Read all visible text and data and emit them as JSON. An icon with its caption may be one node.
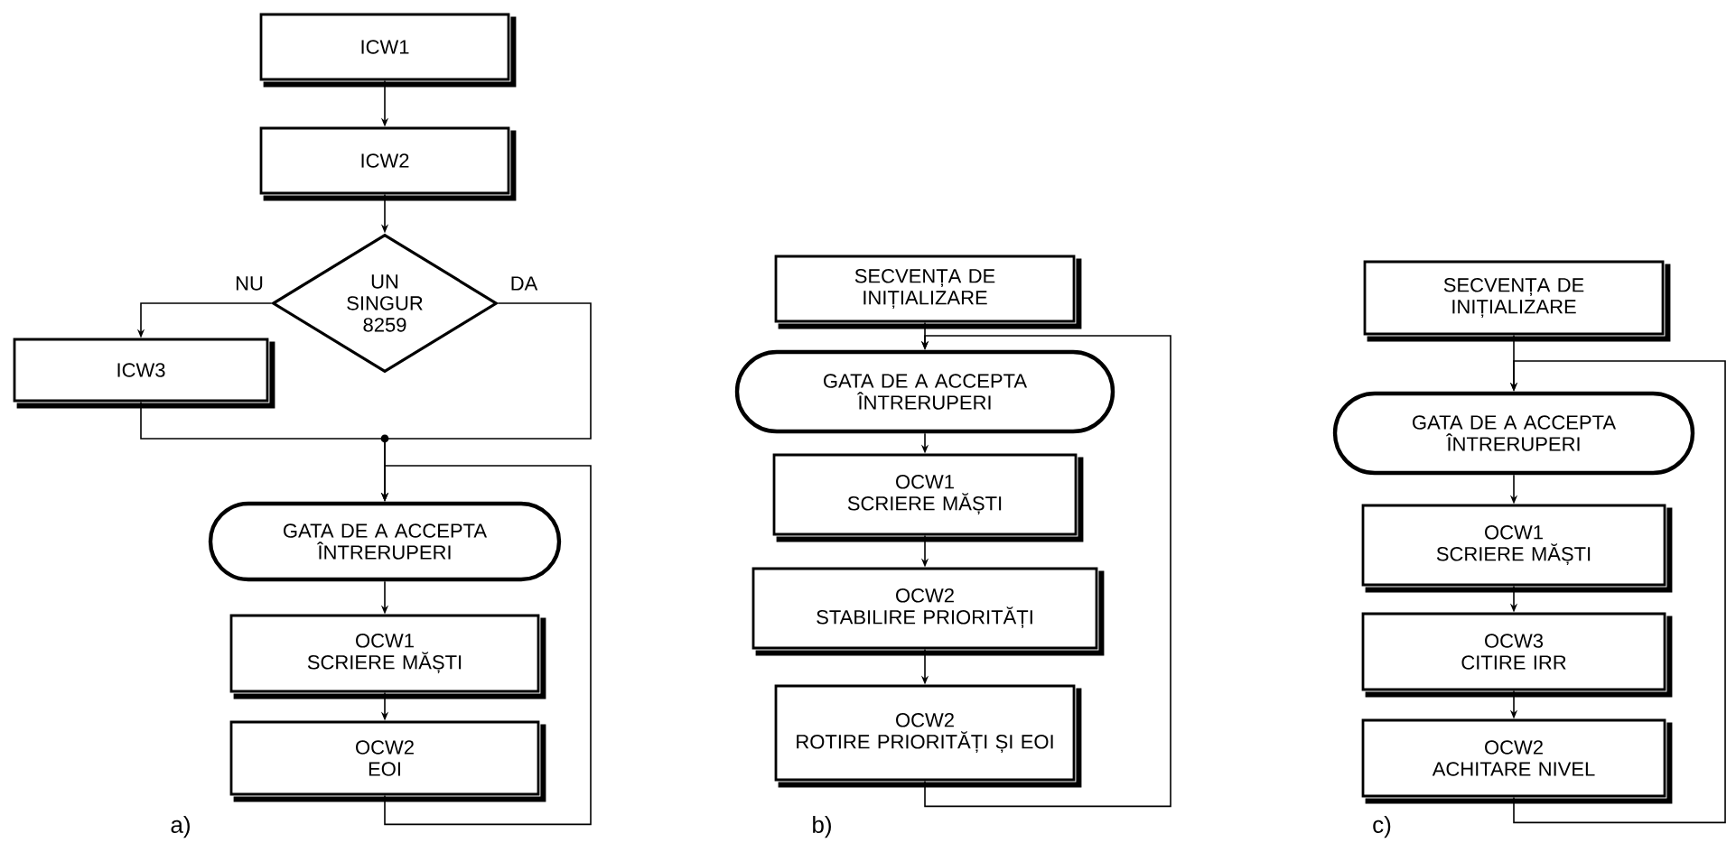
{
  "diagram": {
    "nodes": [
      {
        "text": [
          "ICW1"
        ]
      },
      {
        "text": [
          "ICW2"
        ]
      },
      {
        "text": [
          "UN SINGUR 8259"
        ]
      },
      {
        "text": [
          "ICW3"
        ]
      },
      {
        "text": [
          "GATA DE A ACCEPTA ÎNTRERUPERI"
        ]
      },
      {
        "text": [
          "OCW1",
          "SCRIERE MĂȘTI"
        ]
      },
      {
        "text": [
          "OCW2",
          "EOI"
        ]
      },
      {
        "text": [
          "SECVENȚA DE INIȚIALIZARE"
        ]
      },
      {
        "text": [
          "GATA DE A ACCEPTA ÎNTRERUPERI"
        ]
      },
      {
        "text": [
          "OCW1",
          "SCRIERE MĂȘTI"
        ]
      },
      {
        "text": [
          "OCW2",
          "STABILIRE PRIORITĂȚI"
        ]
      },
      {
        "text": [
          "OCW2",
          "ROTIRE PRIORITĂȚI ȘI EOI"
        ]
      },
      {
        "text": [
          "SECVENȚA DE INIȚIALIZARE"
        ]
      },
      {
        "text": [
          "GATA DE A ACCEPTA ÎNTRERUPERI"
        ]
      },
      {
        "text": [
          "OCW1",
          "SCRIERE MĂȘTI"
        ]
      },
      {
        "text": [
          "OCW3",
          "CITIRE IRR"
        ]
      },
      {
        "text": [
          "OCW2",
          "ACHITARE NIVEL"
        ]
      }
    ],
    "edges": [
      {
        "from": 0,
        "to": 1,
        "arrow": "to"
      },
      {
        "from": 1,
        "to": 2,
        "arrow": "to"
      },
      {
        "from": 2,
        "to": 3,
        "arrow": "to",
        "label": "NU"
      },
      {
        "from": 2,
        "to": 4,
        "arrow": "to",
        "label": "DA"
      },
      {
        "from": 3,
        "to": 4,
        "arrow": "to"
      },
      {
        "from": 4,
        "to": 5,
        "arrow": "to"
      },
      {
        "from": 5,
        "to": 6,
        "arrow": "to"
      },
      {
        "from": 6,
        "to": 4,
        "arrow": "to"
      },
      {
        "from": 7,
        "to": 8,
        "arrow": "to"
      },
      {
        "from": 8,
        "to": 9,
        "arrow": "to"
      },
      {
        "from": 9,
        "to": 10,
        "arrow": "to"
      },
      {
        "from": 10,
        "to": 11,
        "arrow": "to"
      },
      {
        "from": 11,
        "to": 8,
        "arrow": "to"
      },
      {
        "from": 12,
        "to": 13,
        "arrow": "to"
      },
      {
        "from": 13,
        "to": 14,
        "arrow": "to"
      },
      {
        "from": 14,
        "to": 15,
        "arrow": "to"
      },
      {
        "from": 15,
        "to": 16,
        "arrow": "to"
      },
      {
        "from": 16,
        "to": 13,
        "arrow": "to"
      }
    ],
    "labels": [
      "a)",
      "b)",
      "c)"
    ]
  }
}
